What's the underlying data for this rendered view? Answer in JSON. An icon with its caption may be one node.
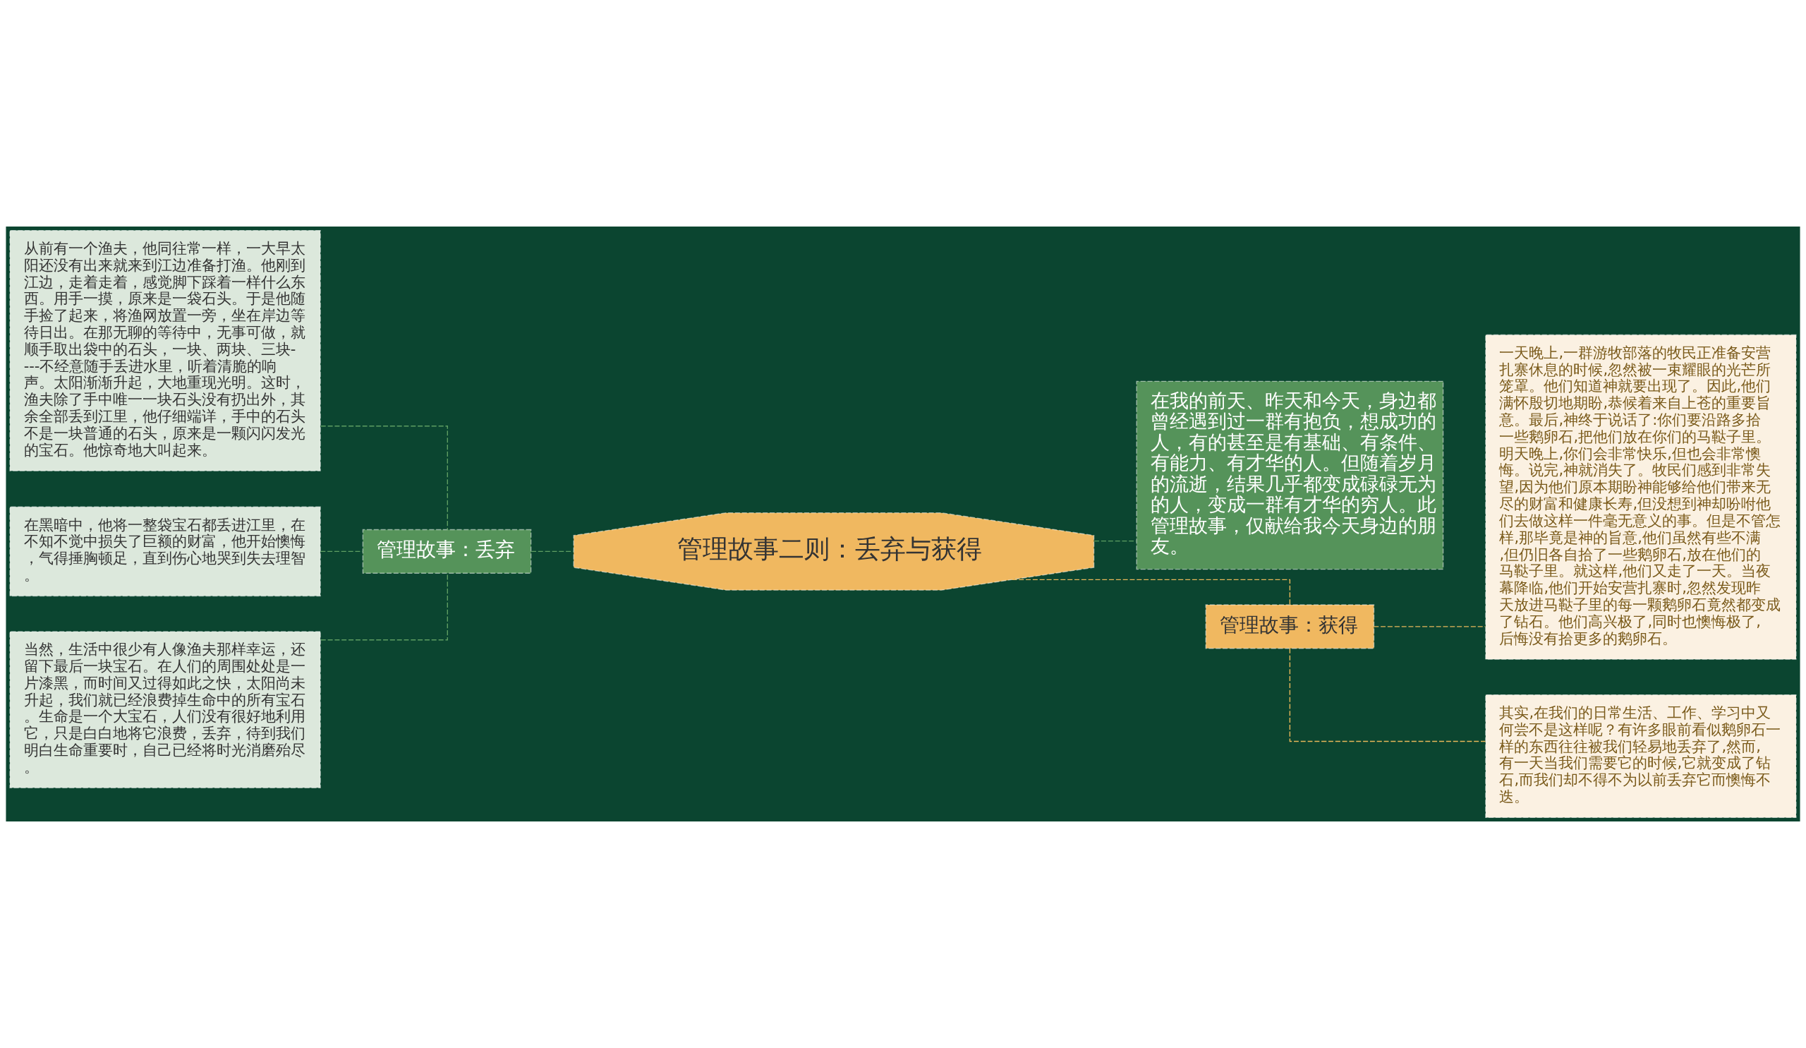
{
  "diagram": {
    "nodes": [
      {
        "text": [
          "管理故事二则：丢弃与获得"
        ]
      },
      {
        "text": [
          "管理故事：丢弃"
        ]
      },
      {
        "text": [
          "从前有一个渔夫，他同往常一样，一大早太阳还没有出来就来到江边准备打渔。他刚到江边，走着走着，感觉脚下踩着一样什么东西。用手一摸，原来是一袋石头。于是他随手捡了起来，将渔网放置一旁，坐在岸边等待日出。在那无聊的等待中，无事可做，就顺手取出袋中的石头，一块、两块、三块----不经意随手丢进水里，听着清脆的响声。太阳渐渐升起，大地重现光明。这时，渔夫除了手中唯一一块石头没有扔出外，其余全部丢到江里，他仔细端详，手中的石头不是一块普通的石头，原来是一颗闪闪发光的宝石。他惊奇地大叫起来。"
        ]
      },
      {
        "text": [
          "在黑暗中，他将一整袋宝石都丢进江里，在不知不觉中损失了巨额的财富，他开始懊悔，气得捶胸顿足，直到伤心地哭到失去理智。"
        ]
      },
      {
        "text": [
          "当然，生活中很少有人像渔夫那样幸运，还留下最后一块宝石。在人们的周围处处是一片漆黑，而时间又过得如此之快，太阳尚未升起，我们就已经浪费掉生命中的所有宝石。生命是一个大宝石，人们没有很好地利用它，只是白白地将它浪费，丢弃，待到我们明白生命重要时，自己已经将时光消磨殆尽。"
        ]
      },
      {
        "text": [
          "在我的前天、昨天和今天，身边都曾经遇到过一群有抱负，想成功的人，有的甚至是有基础、有条件、有能力、有才华的人。但随着岁月的流逝，结果几乎都变成碌碌无为的人，变成一群有才华的穷人。此管理故事，仅献给我今天身边的朋友。"
        ]
      },
      {
        "text": [
          "管理故事：获得"
        ]
      },
      {
        "text": [
          "一天晚上,一群游牧部落的牧民正准备安营扎寨休息的时候,忽然被一束耀眼的光芒所笼罩。他们知道神就要出现了。因此,他们满怀殷切地期盼,恭候着来自上苍的重要旨意。最后,神终于说话了:你们要沿路多拾一些鹅卵石,把他们放在你们的马鞑子里。明天晚上,你们会非常快乐,但也会非常懊悔。说完,神就消失了。牧民们感到非常失望,因为他们原本期盼神能够给他们带来无尽的财富和健康长寿,但没想到神却吩咐他们去做这样一件毫无意义的事。但是不管怎样,那毕竟是神的旨意,他们虽然有些不满,但仍旧各自拾了一些鹅卵石,放在他们的马鞑子里。就这样,他们又走了一天。当夜幕降临,他们开始安营扎寨时,忽然发现昨天放进马鞑子里的每一颗鹅卵石竟然都变成了钻石。他们高兴极了,同时也懊悔极了,后悔没有拾更多的鹅卵石。"
        ]
      },
      {
        "text": [
          "其实,在我们的日常生活、工作、学习中又何尝不是这样呢？有许多眼前看似鹅卵石一样的东西往往被我们轻易地丢弃了,然而,有一天当我们需要它的时候,它就变成了钻石,而我们却不得不为以前丢弃它而懊悔不迭。"
        ]
      }
    ],
    "edges": [
      {
        "from": 0,
        "to": 1,
        "arrow": "none",
        "style": "dashed",
        "color": "#5e9e62"
      },
      {
        "from": 1,
        "to": 2,
        "arrow": "none",
        "style": "dashed",
        "color": "#5e9e62"
      },
      {
        "from": 1,
        "to": 3,
        "arrow": "none",
        "style": "dashed",
        "color": "#5e9e62"
      },
      {
        "from": 1,
        "to": 4,
        "arrow": "none",
        "style": "dashed",
        "color": "#5e9e62"
      },
      {
        "from": 0,
        "to": 5,
        "arrow": "none",
        "style": "dashed",
        "color": "#5e9e62"
      },
      {
        "from": 0,
        "to": 6,
        "arrow": "none",
        "style": "dashed",
        "color": "#e8b85a"
      },
      {
        "from": 6,
        "to": 7,
        "arrow": "none",
        "style": "dashed",
        "color": "#e8b85a"
      },
      {
        "from": 6,
        "to": 8,
        "arrow": "none",
        "style": "dashed",
        "color": "#e8b85a"
      }
    ]
  }
}
